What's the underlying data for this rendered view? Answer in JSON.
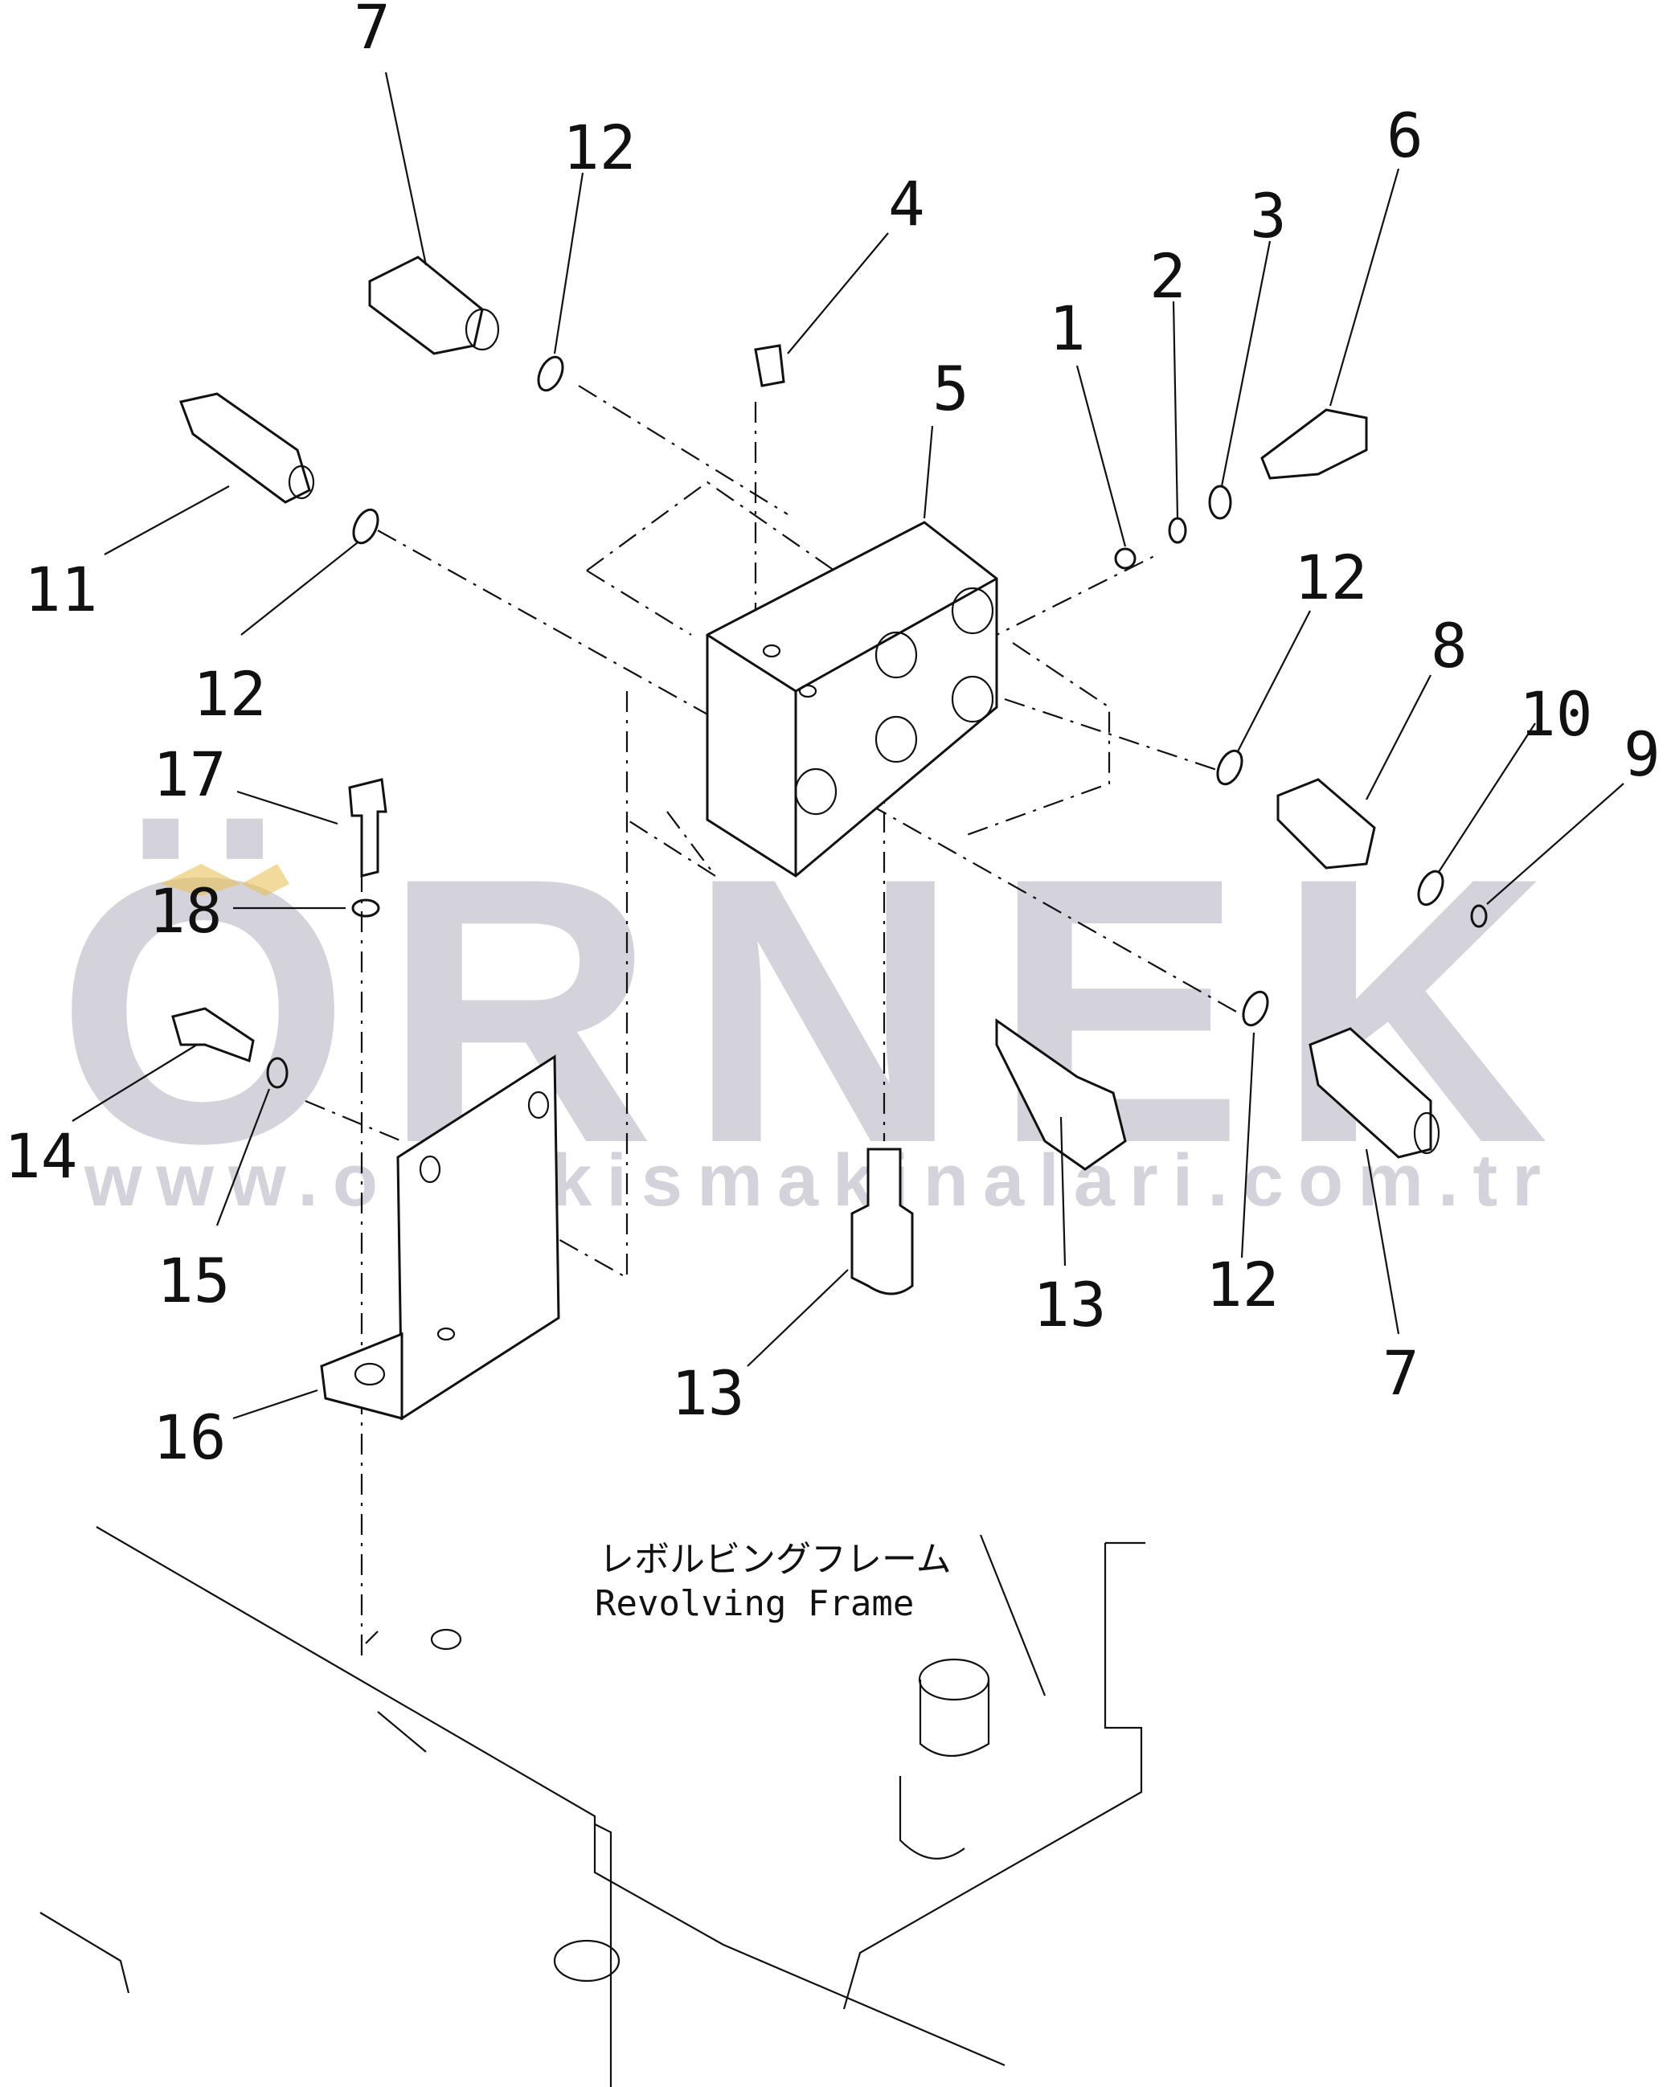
{
  "watermark": {
    "brand": "ÖRNEK",
    "url": "www.ornekismakinalari.com.tr"
  },
  "frame_label": {
    "japanese": "レボルビングフレーム",
    "english": "Revolving Frame"
  },
  "callouts": [
    {
      "id": "c-7-top",
      "text": "7"
    },
    {
      "id": "c-12-top",
      "text": "12"
    },
    {
      "id": "c-4",
      "text": "4"
    },
    {
      "id": "c-6",
      "text": "6"
    },
    {
      "id": "c-3",
      "text": "3"
    },
    {
      "id": "c-2",
      "text": "2"
    },
    {
      "id": "c-1",
      "text": "1"
    },
    {
      "id": "c-5",
      "text": "5"
    },
    {
      "id": "c-11",
      "text": "11"
    },
    {
      "id": "c-12-left",
      "text": "12"
    },
    {
      "id": "c-12-right",
      "text": "12"
    },
    {
      "id": "c-8",
      "text": "8"
    },
    {
      "id": "c-10",
      "text": "10"
    },
    {
      "id": "c-9",
      "text": "9"
    },
    {
      "id": "c-17",
      "text": "17"
    },
    {
      "id": "c-18",
      "text": "18"
    },
    {
      "id": "c-14",
      "text": "14"
    },
    {
      "id": "c-15",
      "text": "15"
    },
    {
      "id": "c-16",
      "text": "16"
    },
    {
      "id": "c-13-left",
      "text": "13"
    },
    {
      "id": "c-13-right",
      "text": "13"
    },
    {
      "id": "c-12-bottom",
      "text": "12"
    },
    {
      "id": "c-7-bottom",
      "text": "7"
    }
  ]
}
